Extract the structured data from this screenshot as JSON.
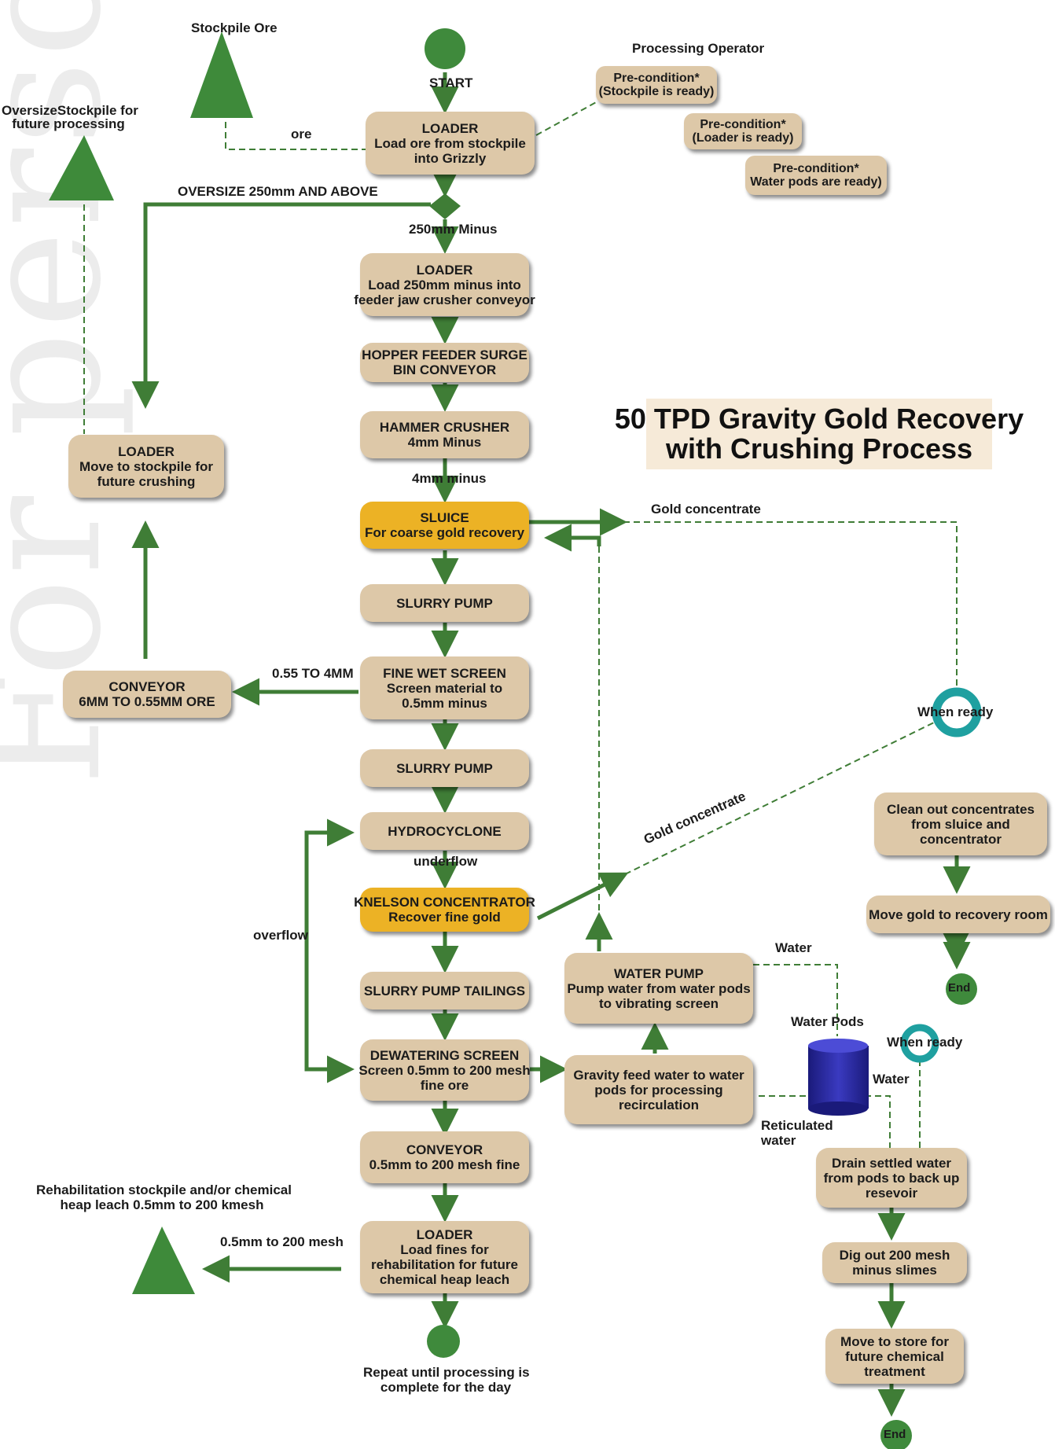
{
  "title": {
    "line1": "50 TPD Gravity Gold Recovery",
    "line2": "with Crushing Process"
  },
  "watermark": "For personal use only",
  "colors": {
    "box": "#ddc8a8",
    "highlight": "#ecb225",
    "arrow": "#3f7d36",
    "node": "#3f8a3c",
    "tank": "#2a2a9a",
    "ring": "#1fa0a0"
  },
  "nodes": {
    "start": "START",
    "end": "End",
    "end_label": [
      "Repeat until processing is",
      "complete for the day"
    ]
  },
  "stockpiles": {
    "ore": "Stockpile Ore",
    "oversize": [
      "OversizeStockpile for",
      "future processing"
    ],
    "rehab": [
      "Rehabilitation stockpile and/or chemical",
      "heap leach 0.5mm to 200 kmesh"
    ]
  },
  "operator": {
    "title": "Processing Operator",
    "pre1": [
      "Pre-condition*",
      "(Stockpile is ready)"
    ],
    "pre2": [
      "Pre-condition*",
      "(Loader is ready)"
    ],
    "pre3": [
      "Pre-condition*",
      "Water pods are ready)"
    ]
  },
  "steps": {
    "loader1": [
      "LOADER",
      "Load ore from stockpile",
      "into Grizzly"
    ],
    "loader2": [
      "LOADER",
      "Load 250mm minus into",
      "feeder jaw crusher conveyor"
    ],
    "hopper": [
      "HOPPER FEEDER SURGE",
      "BIN CONVEYOR"
    ],
    "hammer": [
      "HAMMER CRUSHER",
      "4mm Minus"
    ],
    "sluice": [
      "SLUICE",
      "For coarse gold recovery"
    ],
    "slurry1": "SLURRY PUMP",
    "finewet": [
      "FINE WET SCREEN",
      "Screen material to",
      "0.5mm minus"
    ],
    "slurry2": "SLURRY PUMP",
    "hydro": "HYDROCYCLONE",
    "knelson": [
      "KNELSON CONCENTRATOR",
      "Recover fine gold"
    ],
    "tailings": "SLURRY PUMP TAILINGS",
    "dewater": [
      "DEWATERING SCREEN",
      "Screen 0.5mm to 200 mesh",
      "fine ore"
    ],
    "conveyor2": [
      "CONVEYOR",
      "0.5mm to 200 mesh fine"
    ],
    "loader4": [
      "LOADER",
      "Load fines for",
      "rehabilitation for future",
      "chemical heap leach"
    ],
    "loader3": [
      "LOADER",
      "Move to stockpile for",
      "future crushing"
    ],
    "conveyor1": [
      "CONVEYOR",
      "6MM TO 0.55MM ORE"
    ],
    "waterpump": [
      "WATER PUMP",
      "Pump water from water pods",
      "to vibrating screen"
    ],
    "gravity": [
      "Gravity feed water to water",
      "pods for processing",
      "recirculation"
    ],
    "cleanout": [
      "Clean out concentrates",
      "from sluice and",
      "concentrator"
    ],
    "movegold": "Move gold to recovery room",
    "drain": [
      "Drain settled water",
      "from pods to back up",
      "resevoir"
    ],
    "digout": [
      "Dig out 200 mesh",
      "minus slimes"
    ],
    "movestore": [
      "Move to store for",
      "future chemical",
      "treatment"
    ]
  },
  "labels": {
    "ore": "ore",
    "oversize": "OVERSIZE 250mm AND ABOVE",
    "minus250": "250mm Minus",
    "minus4": "4mm minus",
    "gold_conc1": "Gold concentrate",
    "gold_conc2": "Gold concentrate",
    "range": "0.55 TO 4MM",
    "underflow": "underflow",
    "overflow": "overflow",
    "water": "Water",
    "water_pods": "Water Pods",
    "water2": "Water",
    "reticulated": [
      "Reticulated",
      "water"
    ],
    "mesh": "0.5mm to 200 mesh",
    "when_ready1": "When ready",
    "when_ready2": "When ready"
  }
}
